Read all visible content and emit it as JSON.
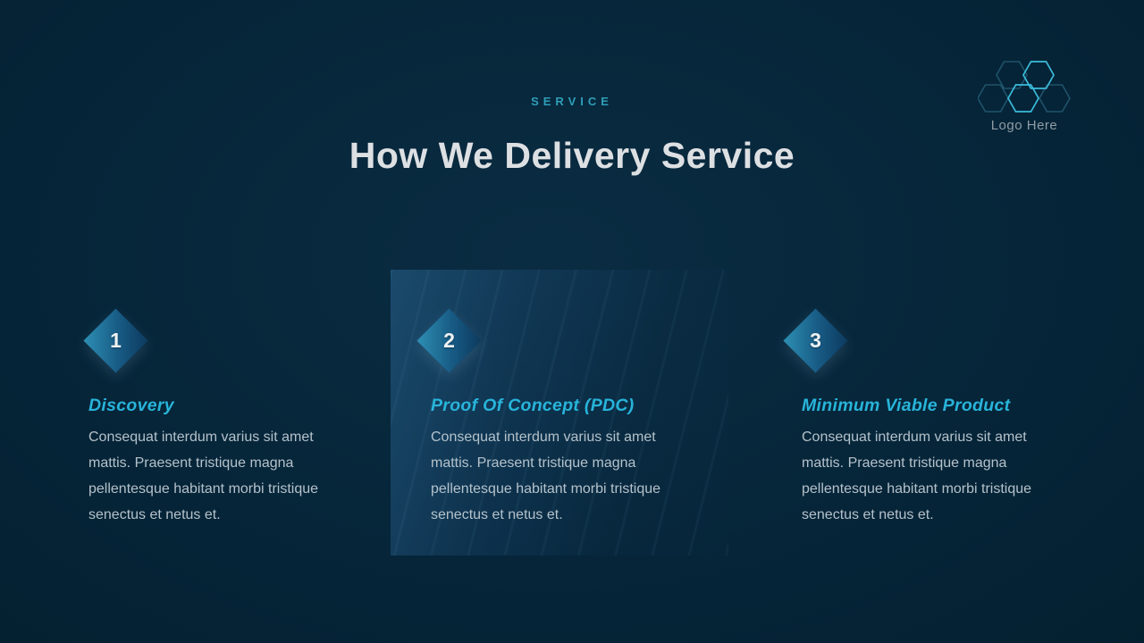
{
  "header": {
    "eyebrow": "SERVICE",
    "title": "How We Delivery Service"
  },
  "logo": {
    "label": "Logo Here",
    "icon": "hexagon-cluster-icon"
  },
  "steps": [
    {
      "number": "1",
      "heading": "Discovery",
      "body": "Consequat interdum varius sit amet mattis. Praesent tristique magna pellentesque habitant morbi tristique senectus et netus et.",
      "highlighted": false
    },
    {
      "number": "2",
      "heading": "Proof Of Concept (PDC)",
      "body": "Consequat interdum varius sit amet mattis. Praesent tristique magna pellentesque habitant morbi tristique senectus et netus et.",
      "highlighted": true
    },
    {
      "number": "3",
      "heading": "Minimum Viable Product",
      "body": "Consequat interdum varius sit amet mattis. Praesent tristique magna pellentesque habitant morbi tristique senectus et netus et.",
      "highlighted": false
    }
  ],
  "colors": {
    "background": "#062539",
    "accent_cyan": "#28b4da",
    "eyebrow_teal": "#2f9fb8",
    "title_text": "#dde0e3",
    "body_text": "#b4c2cb",
    "diamond_light": "#2e8fb4",
    "diamond_dark": "#0d3a5f",
    "logo_hex_bright": "#3bbcda",
    "logo_hex_faint": "#2a6c8a",
    "logo_text": "#8f9ca5"
  }
}
